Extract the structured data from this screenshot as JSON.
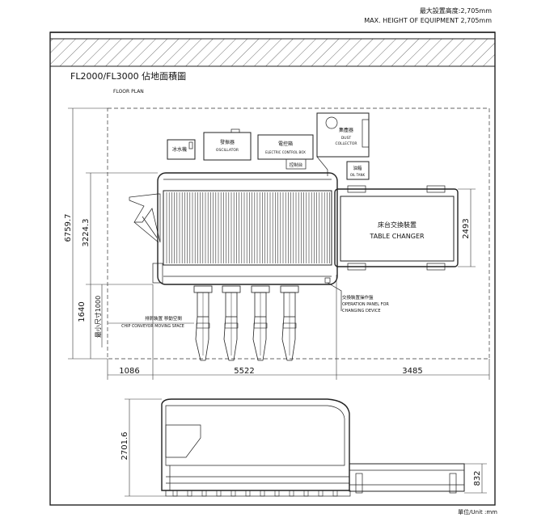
{
  "header": {
    "height_cn": "最大設置高度:2,705mm",
    "height_en": "MAX. HEIGHT OF EQUIPMENT 2,705mm"
  },
  "plan": {
    "title": "FL2000/FL3000 佔地面積圖",
    "subtitle": "FLOOR PLAN"
  },
  "labels": {
    "chiller": "冰水機",
    "oscillator_cn": "發振器",
    "oscillator_en": "OSCILLATOR",
    "control_cn": "電控箱",
    "control_en": "ELECTRIC CONTROL BOX",
    "dust_cn": "集塵器",
    "dust_en1": "DUST",
    "dust_en2": "COLLECTOR",
    "oil_cn": "油箱",
    "oil_en": "OIL TANK",
    "console": "控制台",
    "table_changer_cn": "床台交換裝置",
    "table_changer_en": "TABLE CHANGER",
    "op_panel_cn": "交換裝置操作盤",
    "op_panel_en1": "OPERATION PANEL FOR",
    "op_panel_en2": "CHANGING DEVICE",
    "chip_cn": "排屑裝置 移動空間",
    "chip_en": "CHIP CONVEYOR MOVING SPACE",
    "min_size": "最小尺寸1000"
  },
  "dimensions": {
    "total_depth": "6759.7",
    "machine_depth": "3224.3",
    "front_space": "1640",
    "left_space": "1086",
    "machine_width": "5522",
    "changer_width": "3485",
    "changer_depth": "2493",
    "height": "2701.6",
    "changer_height": "832"
  },
  "footer": {
    "unit": "單位/Unit :mm"
  }
}
